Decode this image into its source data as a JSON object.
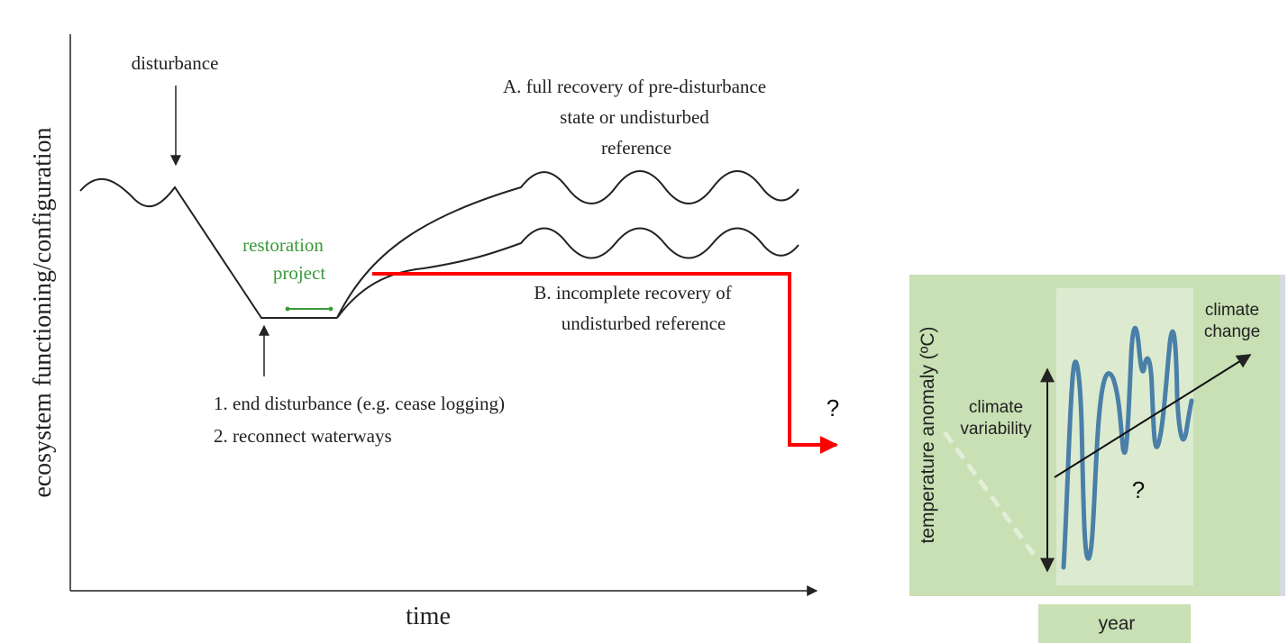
{
  "left_diagram": {
    "y_axis_label": "ecosystem functioning/configuration",
    "x_axis_label": "time",
    "disturbance_label": "disturbance",
    "restoration_label_line1": "restoration",
    "restoration_label_line2": "project",
    "action_1": "1. end disturbance (e.g. cease logging)",
    "action_2": "2.  reconnect waterways",
    "outcome_a_line1": "A. full recovery of pre-disturbance",
    "outcome_a_line2": "state or undisturbed",
    "outcome_a_line3": "reference",
    "outcome_b_line1": "B. incomplete recovery of",
    "outcome_b_line2": "undisturbed reference",
    "restoration_color": "#3a9a3a",
    "curve_color": "#222222"
  },
  "connector": {
    "question_mark": "?",
    "color": "#ff0000"
  },
  "right_diagram": {
    "y_axis_label": "temperature anomaly (ºC)",
    "x_axis_label": "year",
    "variability_line1": "climate",
    "variability_line2": "variability",
    "change_line1": "climate",
    "change_line2": "change",
    "question_mark": "?",
    "panel_color": "#c8e0b4",
    "inner_panel_color": "#dcebd0",
    "series_color": "#4a7fa8"
  }
}
